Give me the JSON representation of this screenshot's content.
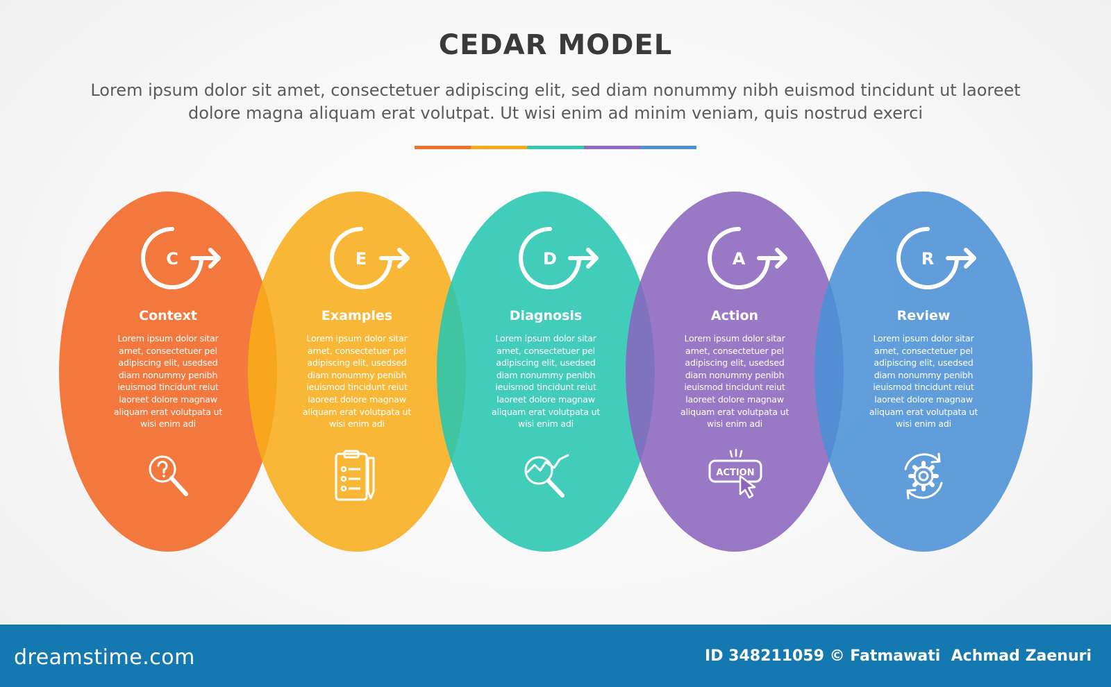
{
  "title": "CEDAR MODEL",
  "subtitle": "Lorem ipsum dolor sit amet, consectetuer adipiscing elit, sed diam nonummy nibh euismod tincidunt ut laoreet dolore magna aliquam erat volutpat. Ut wisi enim ad minim veniam, quis nostrud exerci",
  "divider_colors": [
    "#f07030",
    "#f7ab1c",
    "#36c6b1",
    "#8e6cc4",
    "#4e91d6"
  ],
  "steps": [
    {
      "letter": "C",
      "heading": "Context",
      "body": "Lorem ipsum dolor sitar amet, consectetuer pel adipiscing elit, usedsed diam nonummy penibh ieuismod tincidunt reiut laoreet dolore magnaw aliquam erat volutpata ut wisi enim adi",
      "color": "#f26522",
      "icon": "question-magnifier-icon"
    },
    {
      "letter": "E",
      "heading": "Examples",
      "body": "Lorem ipsum dolor sitar amet, consectetuer pel adipiscing elit, usedsed diam nonummy penibh ieuismod tincidunt reiut laoreet dolore magnaw aliquam erat volutpata ut wisi enim adi",
      "color": "#f7ac19",
      "icon": "clipboard-checklist-icon"
    },
    {
      "letter": "D",
      "heading": "Diagnosis",
      "body": "Lorem ipsum dolor sitar amet, consectetuer pel adipiscing elit, usedsed diam nonummy penibh ieuismod tincidunt reiut laoreet dolore magnaw aliquam erat volutpata ut wisi enim adi",
      "color": "#26c6b0",
      "icon": "analysis-magnifier-icon"
    },
    {
      "letter": "A",
      "heading": "Action",
      "body": "Lorem ipsum dolor sitar amet, consectetuer pel adipiscing elit, usedsed diam nonummy penibh ieuismod tincidunt reiut laoreet dolore magnaw aliquam erat volutpata ut wisi enim adi",
      "color": "#8a65be",
      "icon": "action-button-cursor-icon",
      "icon_text": "ACTION"
    },
    {
      "letter": "R",
      "heading": "Review",
      "body": "Lorem ipsum dolor sitar amet, consectetuer pel adipiscing elit, usedsed diam nonummy penibh ieuismod tincidunt reiut laoreet dolore magnaw aliquam erat volutpata ut wisi enim adi",
      "color": "#4a90d6",
      "icon": "gear-cycle-icon"
    }
  ],
  "footer": {
    "brand": "dreamstime.com",
    "credit": "ID 348211059 © Fatmawati  Achmad Zaenuri",
    "background": "#1479b0"
  }
}
